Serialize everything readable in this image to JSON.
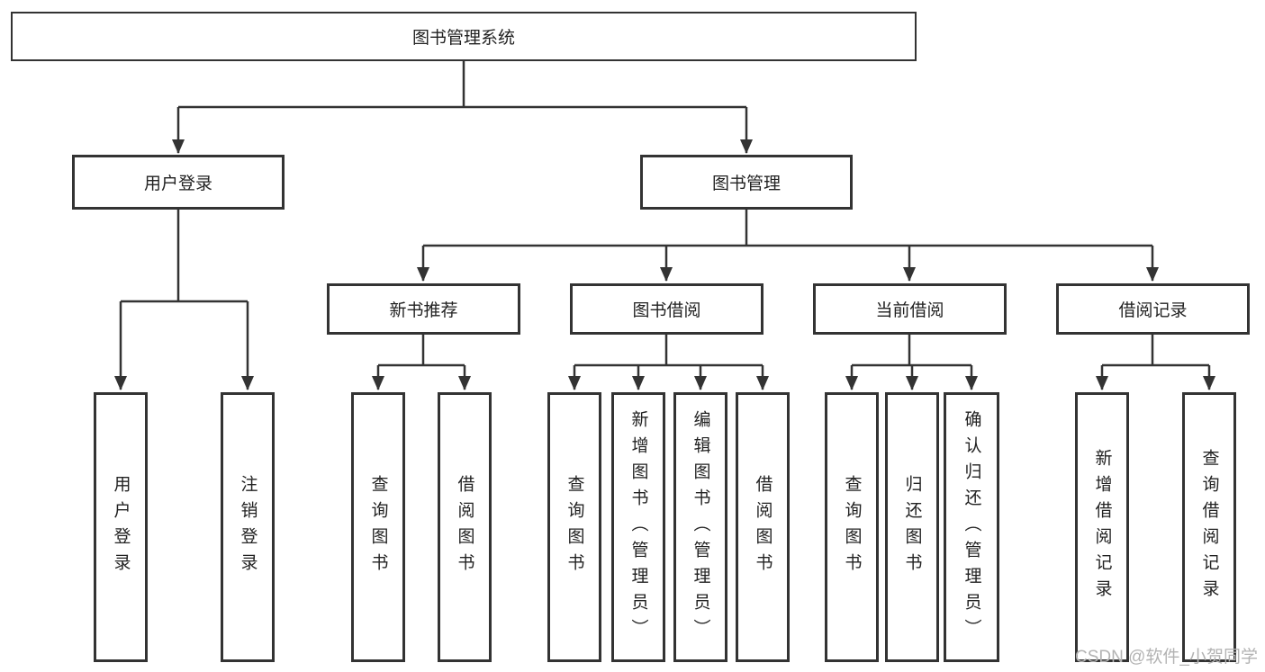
{
  "colors": {
    "background": "#ffffff",
    "line": "#333333",
    "box_border": "#333333",
    "text": "#222222",
    "watermark": "#b3b3b3"
  },
  "watermark": {
    "text": "CSDN @软件_小贺同学"
  },
  "tree": {
    "root": {
      "label": "图书管理系统",
      "children": [
        {
          "label": "用户登录",
          "children": [
            {
              "label": "用户登录"
            },
            {
              "label": "注销登录"
            }
          ]
        },
        {
          "label": "图书管理",
          "children": [
            {
              "label": "新书推荐",
              "children": [
                {
                  "label": "查询图书"
                },
                {
                  "label": "借阅图书"
                }
              ]
            },
            {
              "label": "图书借阅",
              "children": [
                {
                  "label": "查询图书"
                },
                {
                  "label": "新增图书（管理员）"
                },
                {
                  "label": "编辑图书（管理员）"
                },
                {
                  "label": "借阅图书"
                }
              ]
            },
            {
              "label": "当前借阅",
              "children": [
                {
                  "label": "查询图书"
                },
                {
                  "label": "归还图书"
                },
                {
                  "label": "确认归还（管理员）"
                }
              ]
            },
            {
              "label": "借阅记录",
              "children": [
                {
                  "label": "新增借阅记录"
                },
                {
                  "label": "查询借阅记录"
                }
              ]
            }
          ]
        }
      ]
    }
  }
}
